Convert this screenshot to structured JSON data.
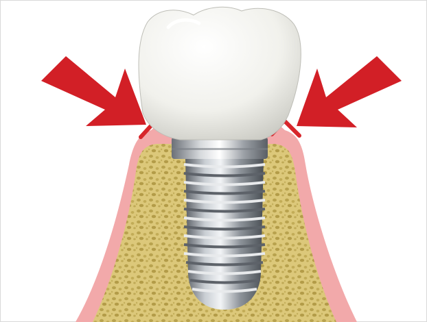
{
  "scene": {
    "background_color": "#ffffff",
    "border_color": "#d9d9d9",
    "colors": {
      "gum_pink": "#f2a9aa",
      "gum_edge": "#d7262b",
      "bone": "#dcc87a",
      "bone_pore": "#b8a24e",
      "crown": "#f4f4f0",
      "implant_metal": "#9aa0a6",
      "arrow_red": "#d21f26"
    },
    "elements": [
      {
        "name": "dental-crown",
        "icon": "tooth-crown-icon"
      },
      {
        "name": "implant-abutment",
        "icon": "abutment-icon"
      },
      {
        "name": "implant-screw",
        "icon": "screw-icon"
      },
      {
        "name": "bone-tissue",
        "icon": "bone-icon"
      },
      {
        "name": "gum-tissue",
        "icon": "gum-icon"
      },
      {
        "name": "left-arrow",
        "icon": "arrow-down-right-icon"
      },
      {
        "name": "right-arrow",
        "icon": "arrow-down-left-icon"
      }
    ]
  }
}
